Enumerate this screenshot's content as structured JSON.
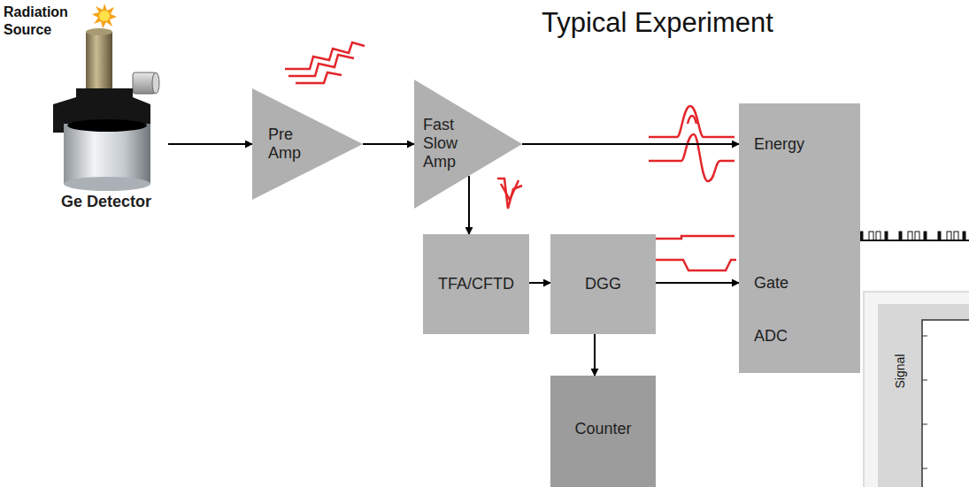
{
  "diagram": {
    "title": "Typical Experiment",
    "nodes": [
      {
        "text": [
          "Ge Detector"
        ]
      },
      {
        "text": [
          "Pre Amp"
        ]
      },
      {
        "text": [
          "Fast Slow Amp"
        ]
      },
      {
        "text": [
          "Energy",
          "Gate",
          "ADC"
        ]
      },
      {
        "text": [
          "TFA/CFTD"
        ]
      },
      {
        "text": [
          "DGG"
        ]
      },
      {
        "text": [
          "Counter"
        ]
      }
    ],
    "edges": [
      {
        "from": 0,
        "to": 1,
        "arrow": "to"
      },
      {
        "from": 1,
        "to": 2,
        "arrow": "to"
      },
      {
        "from": 2,
        "to": 3,
        "arrow": "to"
      },
      {
        "from": 2,
        "to": 4,
        "arrow": "to"
      },
      {
        "from": 4,
        "to": 5,
        "arrow": "to"
      },
      {
        "from": 5,
        "to": 3,
        "arrow": "to"
      },
      {
        "from": 5,
        "to": 6,
        "arrow": "to"
      }
    ],
    "labels": [
      "Radiation Source",
      "Signal"
    ]
  }
}
